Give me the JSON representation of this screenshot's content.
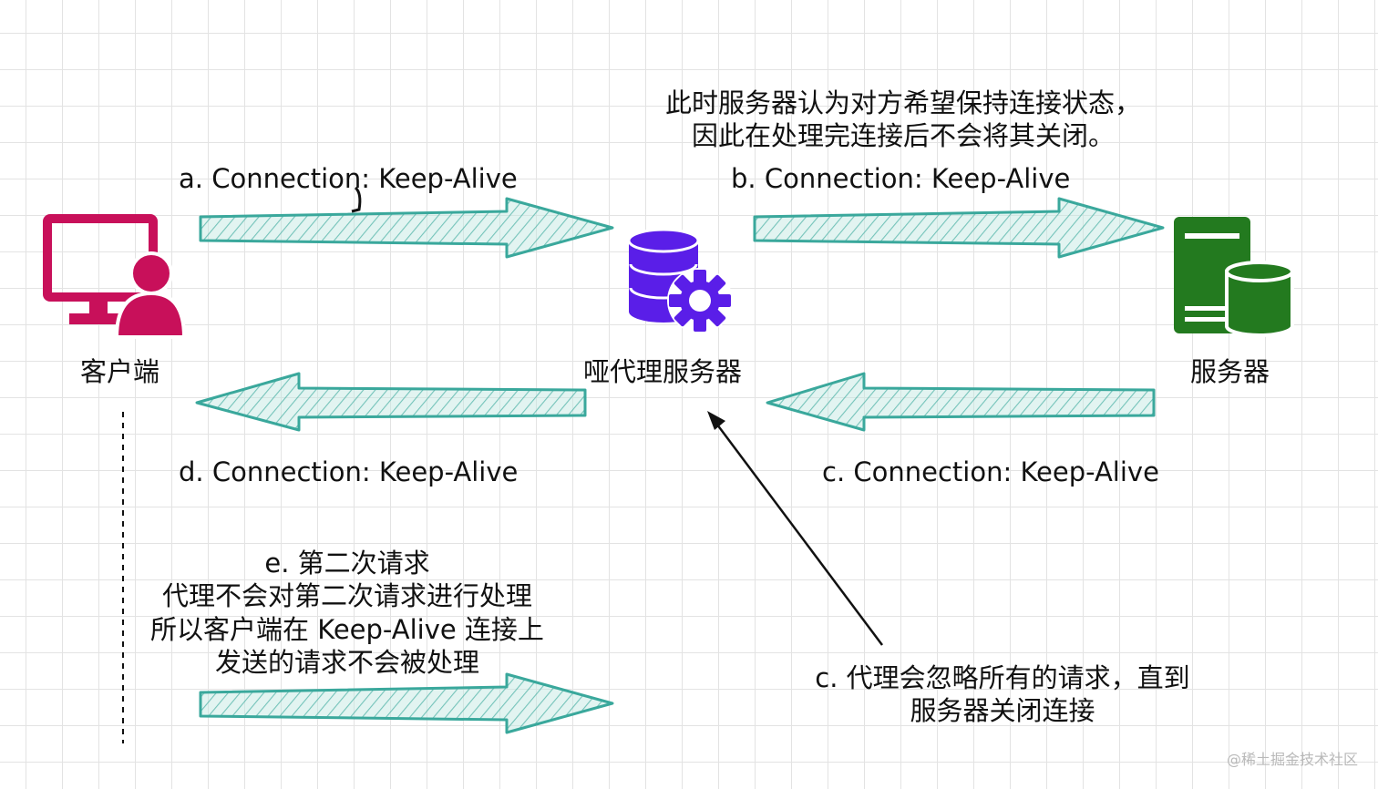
{
  "nodes": {
    "client": {
      "label": "客户端",
      "color": "#c8105a"
    },
    "proxy": {
      "label": "哑代理服务器",
      "color": "#5a1ee8"
    },
    "server": {
      "label": "服务器",
      "color": "#237a1f"
    }
  },
  "messages": {
    "a": "a. Connection: Keep-Alive",
    "b": "b. Connection: Keep-Alive",
    "c": "c. Connection: Keep-Alive",
    "d": "d. Connection: Keep-Alive"
  },
  "notes": {
    "server_note": [
      "此时服务器认为对方希望保持连接状态，",
      "因此在处理完连接后不会将其关闭。"
    ],
    "request_note": [
      "e. 第二次请求",
      "代理不会对第二次请求进行处理",
      "所以客户端在 Keep-Alive 连接上",
      "发送的请求不会被处理"
    ],
    "proxy_note": [
      "c. 代理会忽略所有的请求，直到",
      "服务器关闭连接"
    ]
  },
  "colors": {
    "arrow_stroke": "#3aa89c",
    "arrow_fill": "#bfe6e1"
  },
  "watermark": "@稀土掘金技术社区"
}
